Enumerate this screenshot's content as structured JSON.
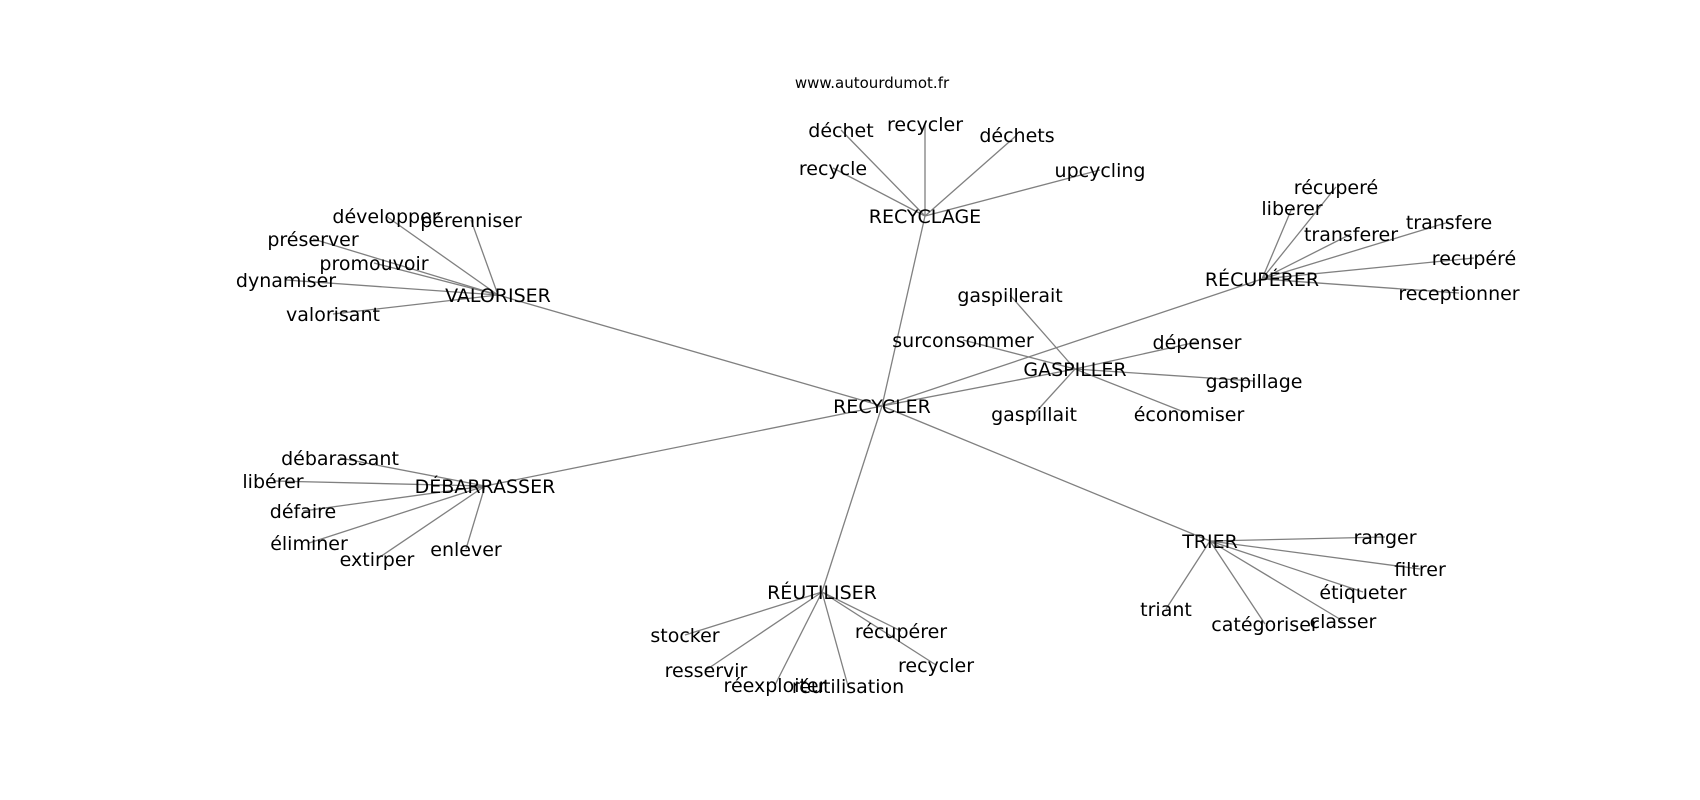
{
  "source": "www.autourdumot.fr",
  "center": "RECYCLER",
  "groups": [
    {
      "label": "RECYCLAGE",
      "words": [
        "déchet",
        "recycler",
        "déchets",
        "recycle",
        "upcycling"
      ]
    },
    {
      "label": "VALORISER",
      "words": [
        "développer",
        "pérenniser",
        "préserver",
        "promouvoir",
        "dynamiser",
        "valorisant"
      ]
    },
    {
      "label": "RÉCUPÉRER",
      "words": [
        "récuperé",
        "liberer",
        "transferer",
        "transfere",
        "recupéré",
        "receptionner"
      ]
    },
    {
      "label": "GASPILLER",
      "words": [
        "gaspillerait",
        "surconsommer",
        "dépenser",
        "gaspillage",
        "gaspillait",
        "économiser"
      ]
    },
    {
      "label": "DÉBARRASSER",
      "words": [
        "débarassant",
        "libérer",
        "défaire",
        "éliminer",
        "extirper",
        "enlever"
      ]
    },
    {
      "label": "TRIER",
      "words": [
        "ranger",
        "filtrer",
        "étiqueter",
        "triant",
        "catégoriser",
        "classer"
      ]
    },
    {
      "label": "RÉUTILISER",
      "words": [
        "stocker",
        "récupérer",
        "resservir",
        "recycler",
        "réexploiter",
        "réutilisation"
      ]
    }
  ]
}
